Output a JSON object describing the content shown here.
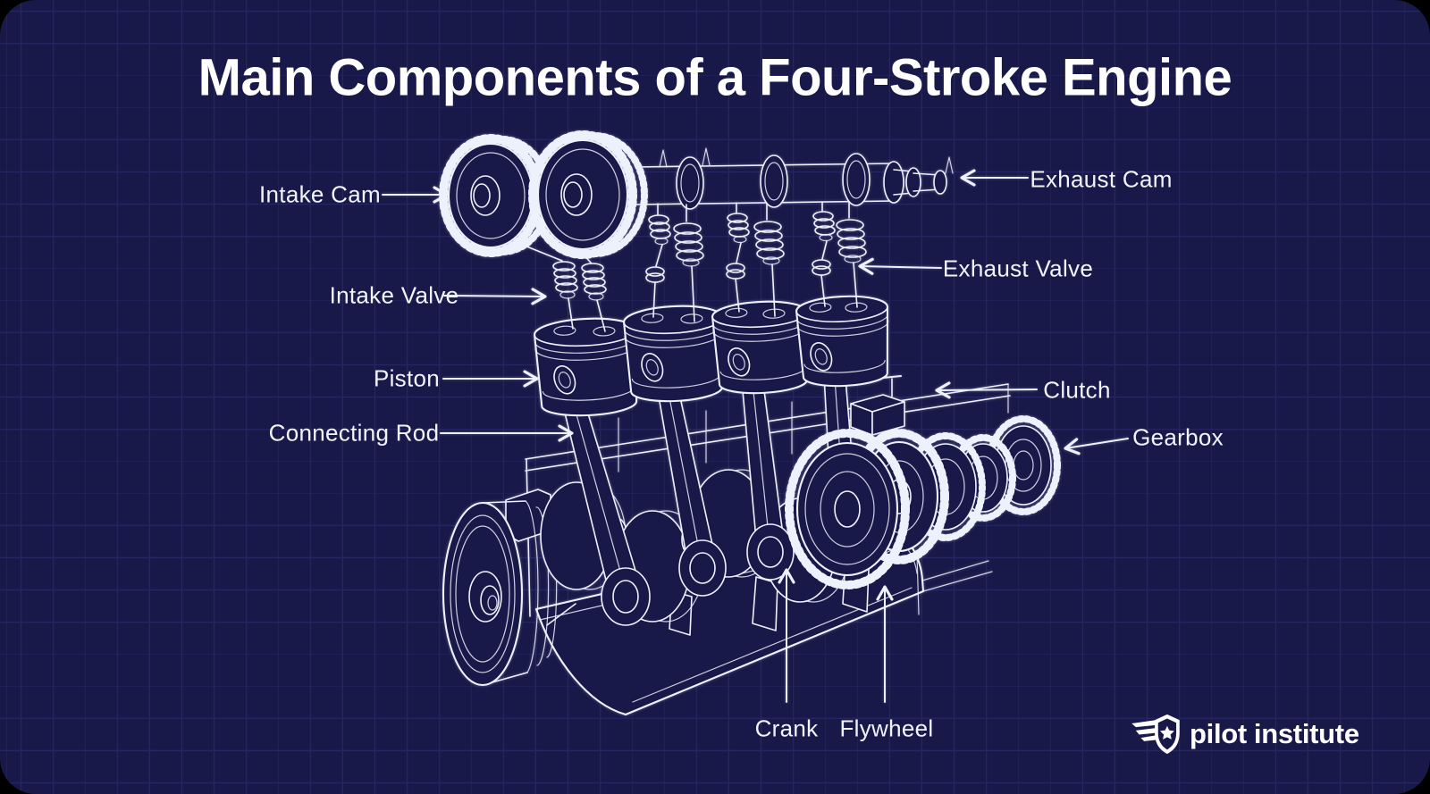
{
  "title": "Main Components of a Four-Stroke Engine",
  "labels": {
    "intake_cam": "Intake Cam",
    "intake_valve": "Intake Valve",
    "piston": "Piston",
    "connecting_rod": "Connecting Rod",
    "exhaust_cam": "Exhaust Cam",
    "exhaust_valve": "Exhaust Valve",
    "clutch": "Clutch",
    "gearbox": "Gearbox",
    "crank": "Crank",
    "flywheel": "Flywheel"
  },
  "diagram": {
    "subject": "Blueprint-style cutaway line drawing of a four-cylinder, four-stroke engine",
    "style": "white hand-drawn line art on navy grid"
  },
  "logo": {
    "brand_first": "pilot",
    "brand_second": "institute",
    "icon": "winged-shield-star"
  },
  "colors": {
    "background": "#191949",
    "grid_line": "#262664",
    "line_art": "#edf1fc",
    "text": "#f1f3fb",
    "outer_background": "#000000"
  }
}
